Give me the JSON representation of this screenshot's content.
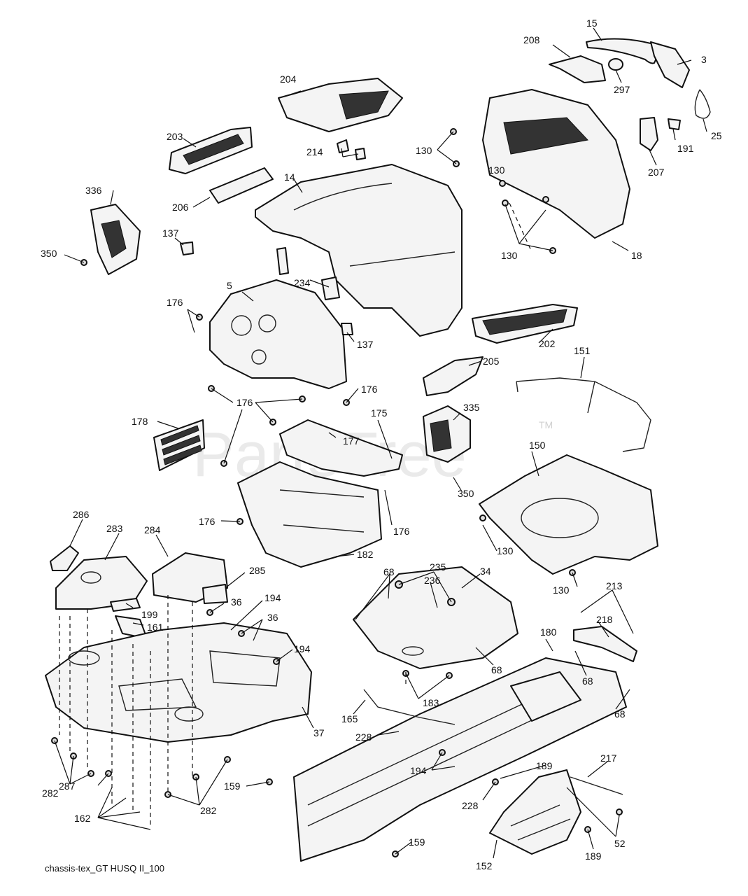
{
  "watermark": {
    "text": "PartsTree",
    "tm": "TM"
  },
  "caption": "chassis-tex_GT HUSQ II_100",
  "callouts": {
    "c15": "15",
    "c208": "208",
    "c3": "3",
    "c297": "297",
    "c25": "25",
    "c191": "191",
    "c207": "207",
    "c204": "204",
    "c203": "203",
    "c130a": "130",
    "c130b": "130",
    "c130c": "130",
    "c214": "214",
    "c14": "14",
    "c336": "336",
    "c206": "206",
    "c137a": "137",
    "c350a": "350",
    "c18": "18",
    "c234": "234",
    "c5": "5",
    "c176a": "176",
    "c137b": "137",
    "c202": "202",
    "c205": "205",
    "c151": "151",
    "c176b": "176",
    "c176c": "176",
    "c178": "178",
    "c175": "175",
    "c177": "177",
    "c335": "335",
    "c150": "150",
    "c350b": "350",
    "c176d": "176",
    "c176e": "176",
    "c130d": "130",
    "c182": "182",
    "c286": "286",
    "c283": "283",
    "c284": "284",
    "c235": "235",
    "c68a": "68",
    "c236": "236",
    "c34": "34",
    "c285": "285",
    "c130e": "130",
    "c213": "213",
    "c36a": "36",
    "c194a": "194",
    "c199": "199",
    "c36b": "36",
    "c161": "161",
    "c218": "218",
    "c180": "180",
    "c194b": "194",
    "c68b": "68",
    "c68c": "68",
    "c183": "183",
    "c68d": "68",
    "c165": "165",
    "c37": "37",
    "c228a": "228",
    "c282a": "282",
    "c194c": "194",
    "c189a": "189",
    "c217": "217",
    "c287": "287",
    "c159a": "159",
    "c162": "162",
    "c282b": "282",
    "c228b": "228",
    "c52": "52",
    "c159b": "159",
    "c152": "152",
    "c189b": "189"
  }
}
